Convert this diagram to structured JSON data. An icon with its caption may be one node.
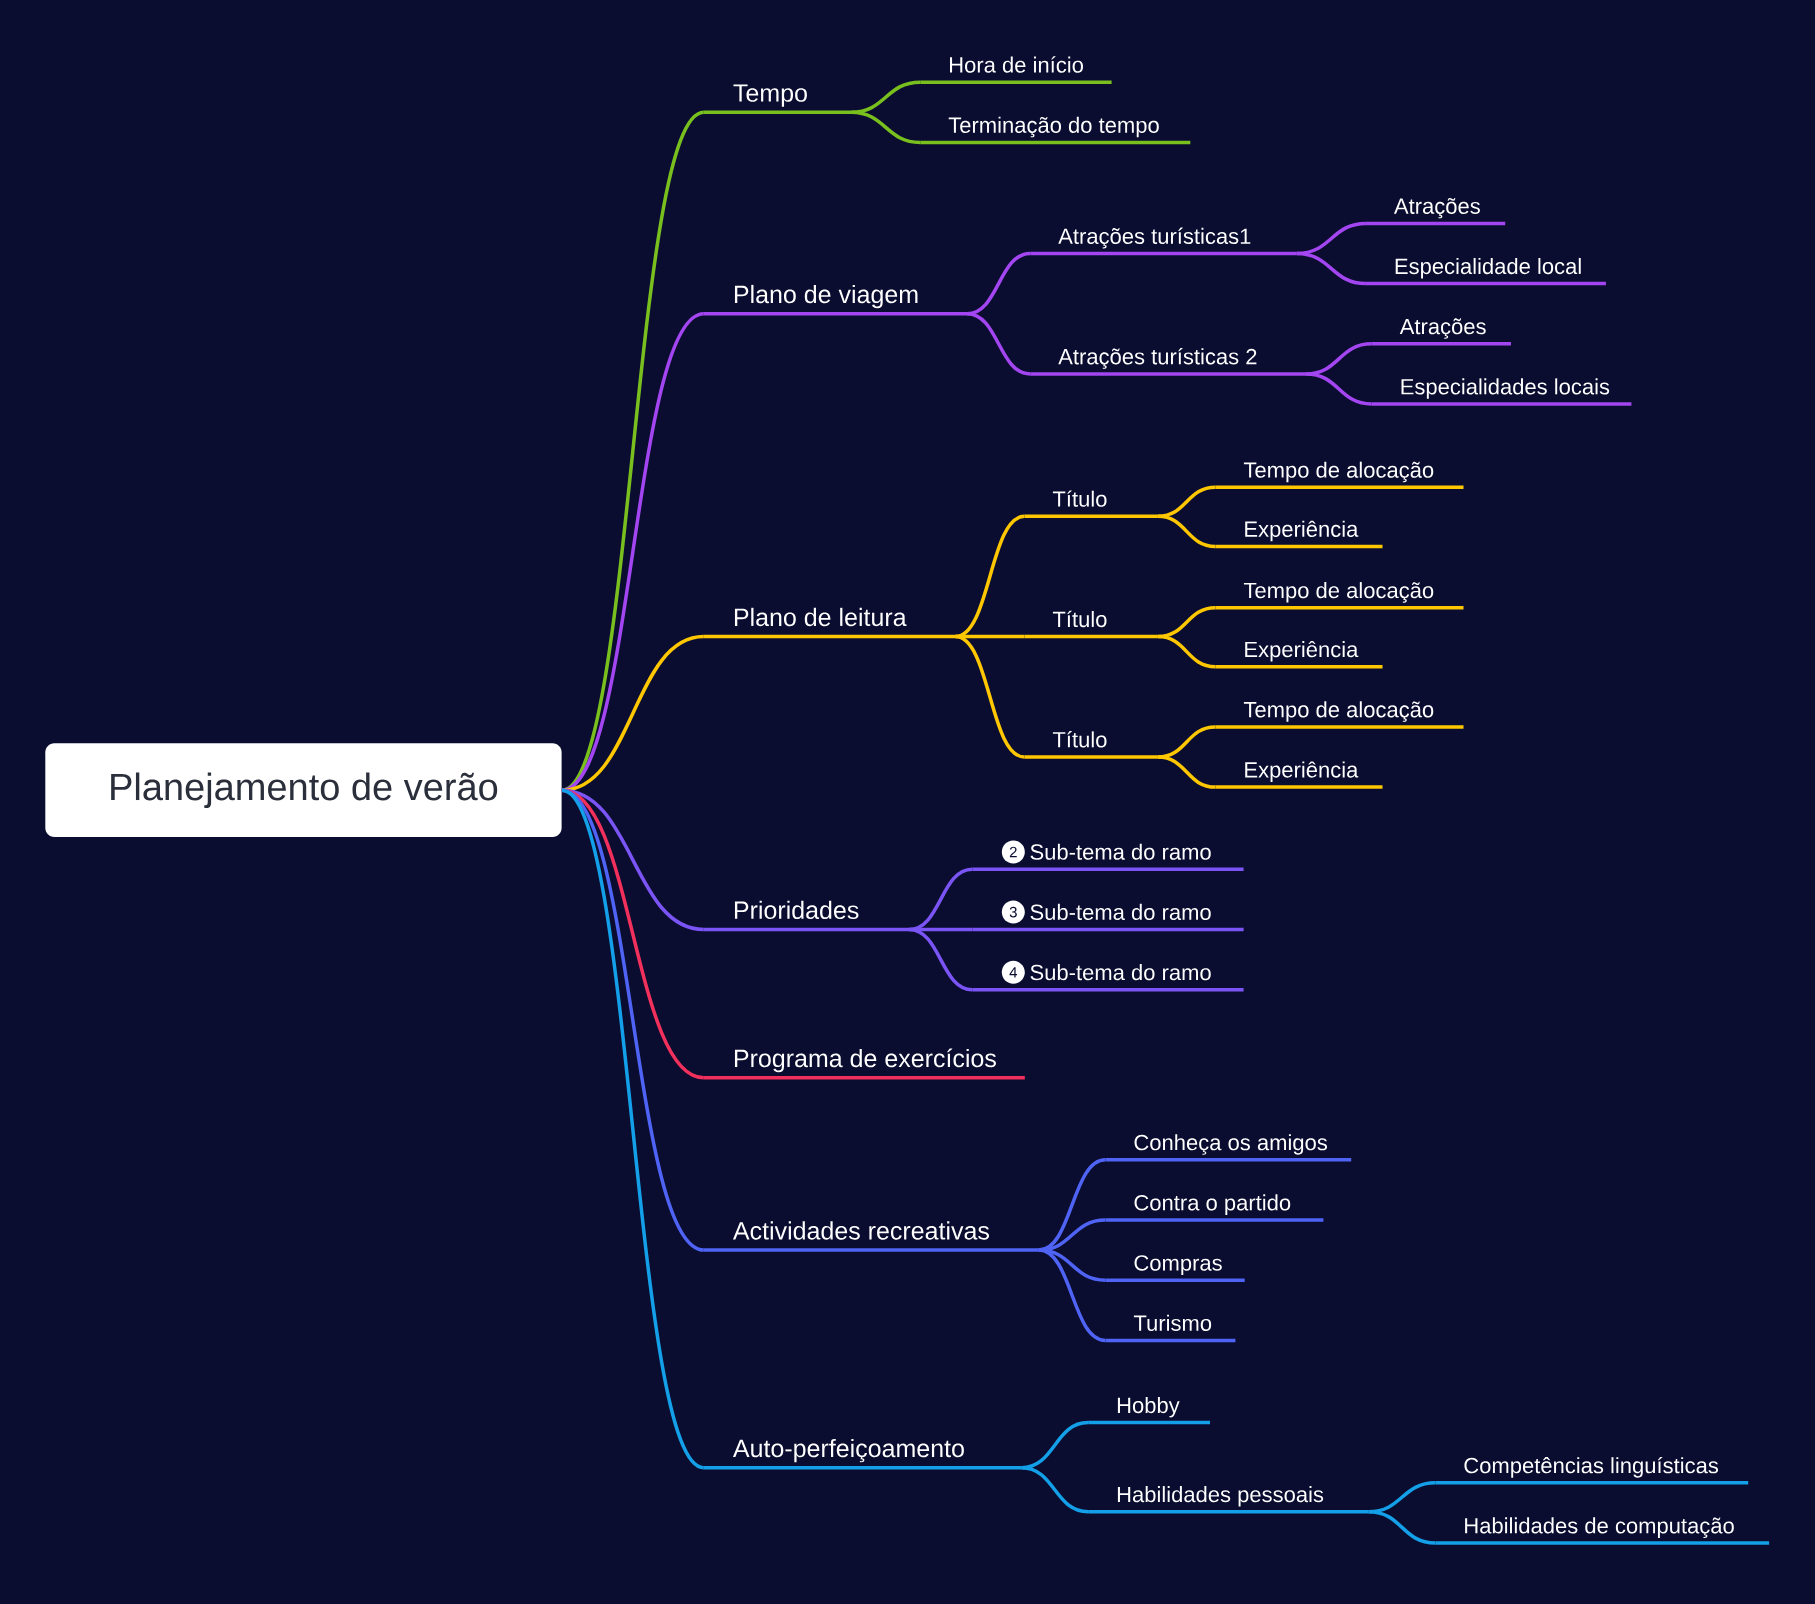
{
  "diagram": {
    "nodes": [
      {
        "text": [
          "Planejamento de verão"
        ]
      },
      {
        "text": [
          "Tempo"
        ]
      },
      {
        "text": [
          "Hora de início"
        ]
      },
      {
        "text": [
          "Terminação do tempo"
        ]
      },
      {
        "text": [
          "Plano de viagem"
        ]
      },
      {
        "text": [
          "Atrações turísticas1"
        ]
      },
      {
        "text": [
          "Atrações"
        ]
      },
      {
        "text": [
          "Especialidade local"
        ]
      },
      {
        "text": [
          "Atrações turísticas 2"
        ]
      },
      {
        "text": [
          "Atrações"
        ]
      },
      {
        "text": [
          "Especialidades locais"
        ]
      },
      {
        "text": [
          "Plano de leitura"
        ]
      },
      {
        "text": [
          "Título"
        ]
      },
      {
        "text": [
          "Tempo de alocação"
        ]
      },
      {
        "text": [
          "Experiência"
        ]
      },
      {
        "text": [
          "Título"
        ]
      },
      {
        "text": [
          "Tempo de alocação"
        ]
      },
      {
        "text": [
          "Experiência"
        ]
      },
      {
        "text": [
          "Título"
        ]
      },
      {
        "text": [
          "Tempo de alocação"
        ]
      },
      {
        "text": [
          "Experiência"
        ]
      },
      {
        "text": [
          "Prioridades"
        ]
      },
      {
        "text": [
          "2",
          "Sub-tema do ramo"
        ]
      },
      {
        "text": [
          "3",
          "Sub-tema do ramo"
        ]
      },
      {
        "text": [
          "4",
          "Sub-tema do ramo"
        ]
      },
      {
        "text": [
          "Programa de exercícios"
        ]
      },
      {
        "text": [
          "Actividades recreativas"
        ]
      },
      {
        "text": [
          "Conheça os amigos"
        ]
      },
      {
        "text": [
          "Contra o partido"
        ]
      },
      {
        "text": [
          "Compras"
        ]
      },
      {
        "text": [
          "Turismo"
        ]
      },
      {
        "text": [
          "Auto-perfeiçoamento"
        ]
      },
      {
        "text": [
          "Hobby"
        ]
      },
      {
        "text": [
          "Habilidades pessoais"
        ]
      },
      {
        "text": [
          "Competências linguísticas"
        ]
      },
      {
        "text": [
          "Habilidades de computação"
        ]
      }
    ],
    "edges": [
      {
        "from": 0,
        "to": 1,
        "arrow": "none",
        "color": "#79c01f"
      },
      {
        "from": 1,
        "to": 2,
        "arrow": "none",
        "color": "#79c01f"
      },
      {
        "from": 1,
        "to": 3,
        "arrow": "none",
        "color": "#79c01f"
      },
      {
        "from": 0,
        "to": 4,
        "arrow": "none",
        "color": "#a346f2"
      },
      {
        "from": 4,
        "to": 5,
        "arrow": "none",
        "color": "#a346f2"
      },
      {
        "from": 5,
        "to": 6,
        "arrow": "none",
        "color": "#a346f2"
      },
      {
        "from": 5,
        "to": 7,
        "arrow": "none",
        "color": "#a346f2"
      },
      {
        "from": 4,
        "to": 8,
        "arrow": "none",
        "color": "#a346f2"
      },
      {
        "from": 8,
        "to": 9,
        "arrow": "none",
        "color": "#a346f2"
      },
      {
        "from": 8,
        "to": 10,
        "arrow": "none",
        "color": "#a346f2"
      },
      {
        "from": 0,
        "to": 11,
        "arrow": "none"
      },
      {
        "from": 11,
        "to": 12,
        "arrow": "none"
      },
      {
        "from": 12,
        "to": 13,
        "arrow": "none"
      },
      {
        "from": 12,
        "to": 14,
        "arrow": "none"
      },
      {
        "from": 11,
        "to": 15,
        "arrow": "none"
      },
      {
        "from": 15,
        "to": 16,
        "arrow": "none"
      },
      {
        "from": 15,
        "to": 17,
        "arrow": "none"
      },
      {
        "from": 11,
        "to": 18,
        "arrow": "none"
      },
      {
        "from": 18,
        "to": 19,
        "arrow": "none"
      },
      {
        "from": 18,
        "to": 20,
        "arrow": "none"
      },
      {
        "from": 0,
        "to": 21,
        "arrow": "none",
        "color": "#7b54f5"
      },
      {
        "from": 21,
        "to": 22,
        "arrow": "none",
        "color": "#7b54f5"
      },
      {
        "from": 21,
        "to": 23,
        "arrow": "none",
        "color": "#7b54f5"
      },
      {
        "from": 21,
        "to": 24,
        "arrow": "none",
        "color": "#7b54f5"
      },
      {
        "from": 0,
        "to": 25,
        "arrow": "none",
        "color": "#f2305c"
      },
      {
        "from": 0,
        "to": 26,
        "arrow": "none",
        "color": "#4f63f5"
      },
      {
        "from": 26,
        "to": 27,
        "arrow": "none",
        "color": "#4f63f5"
      },
      {
        "from": 26,
        "to": 28,
        "arrow": "none",
        "color": "#4f63f5"
      },
      {
        "from": 26,
        "to": 29,
        "arrow": "none",
        "color": "#4f63f5"
      },
      {
        "from": 26,
        "to": 30,
        "arrow": "none",
        "color": "#4f63f5"
      },
      {
        "from": 0,
        "to": 31,
        "arrow": "none",
        "color": "#14a0e8"
      },
      {
        "from": 31,
        "to": 32,
        "arrow": "none",
        "color": "#14a0e8"
      },
      {
        "from": 31,
        "to": 33,
        "arrow": "none",
        "color": "#14a0e8"
      },
      {
        "from": 33,
        "to": 34,
        "arrow": "none",
        "color": "#14a0e8"
      },
      {
        "from": 33,
        "to": 35,
        "arrow": "none",
        "color": "#14a0e8"
      }
    ]
  }
}
